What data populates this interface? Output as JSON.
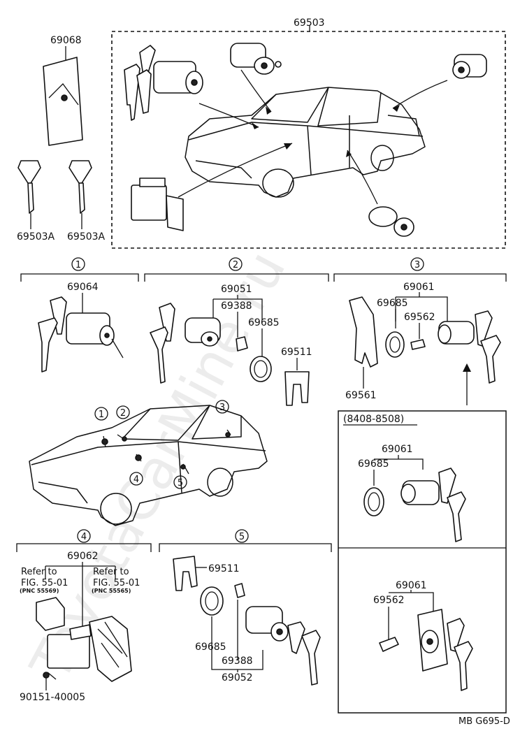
{
  "watermark": "ToyotaCarMine.ru",
  "drawing_code": "MB G695-D",
  "top": {
    "assembly_part": "69503",
    "cover_part": "69068",
    "key_left": "69503A",
    "key_right": "69503A"
  },
  "sections": [
    {
      "num": "1",
      "parts": [
        "69064"
      ]
    },
    {
      "num": "2",
      "parts": [
        "69051",
        "69388",
        "69685",
        "69511"
      ]
    },
    {
      "num": "3",
      "parts": [
        "69061",
        "69685",
        "69562",
        "69561"
      ]
    },
    {
      "num": "4",
      "parts": [
        "69062",
        "90151-40005"
      ]
    },
    {
      "num": "5",
      "parts": [
        "69511",
        "69685",
        "69388",
        "69052"
      ]
    }
  ],
  "car_callouts": [
    "1",
    "2",
    "3",
    "4",
    "5"
  ],
  "refs": {
    "left": {
      "title": "Refer to",
      "fig": "FIG. 55-01",
      "pnc": "(PNC 55569)"
    },
    "right": {
      "title": "Refer to",
      "fig": "FIG. 55-01",
      "pnc": "(PNC 55565)"
    }
  },
  "variant_box": {
    "date_range": "(8408-8508)",
    "upper": {
      "parts": [
        "69061",
        "69685"
      ]
    },
    "lower": {
      "parts": [
        "69061",
        "69562"
      ]
    }
  }
}
